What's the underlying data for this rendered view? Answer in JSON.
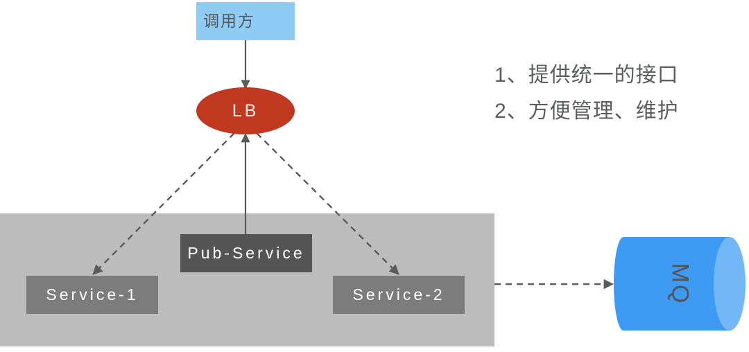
{
  "diagram": {
    "title_note_list": [
      "1、提供统一的接口",
      "2、方便管理、维护"
    ],
    "nodes": {
      "caller": {
        "label": "调用方",
        "color": "#8ecbf5",
        "text_color": "#555759"
      },
      "load_balancer": {
        "label": "LB",
        "color": "#c0381f",
        "text_color": "#fbefe6"
      },
      "pub_service": {
        "label": "Pub-Service",
        "color": "#555555",
        "text_color": "#ffffff"
      },
      "service_1": {
        "label": "Service-1",
        "color": "#7c7c7c",
        "text_color": "#ffffff"
      },
      "service_2": {
        "label": "Service-2",
        "color": "#7c7c7c",
        "text_color": "#ffffff"
      },
      "mq": {
        "label": "MQ",
        "color": "#3d9bf4",
        "cap_color": "#72b8f8",
        "text_color": "#525457"
      }
    },
    "group_panel": {
      "color": "#bcbcbc"
    },
    "edges": [
      {
        "name": "caller-to-lb",
        "from": "caller",
        "to": "load_balancer",
        "style": "solid",
        "arrow": "end"
      },
      {
        "name": "pub-service-to-lb",
        "from": "pub_service",
        "to": "load_balancer",
        "style": "solid",
        "arrow": "end"
      },
      {
        "name": "lb-to-service-1",
        "from": "load_balancer",
        "to": "service_1",
        "style": "dashed",
        "arrow": "end"
      },
      {
        "name": "lb-to-service-2",
        "from": "load_balancer",
        "to": "service_2",
        "style": "dashed",
        "arrow": "end"
      },
      {
        "name": "service-2-to-mq",
        "from": "service_2",
        "to": "mq",
        "style": "dashed",
        "arrow": "end"
      }
    ],
    "edge_color": "#5a5a5a"
  }
}
